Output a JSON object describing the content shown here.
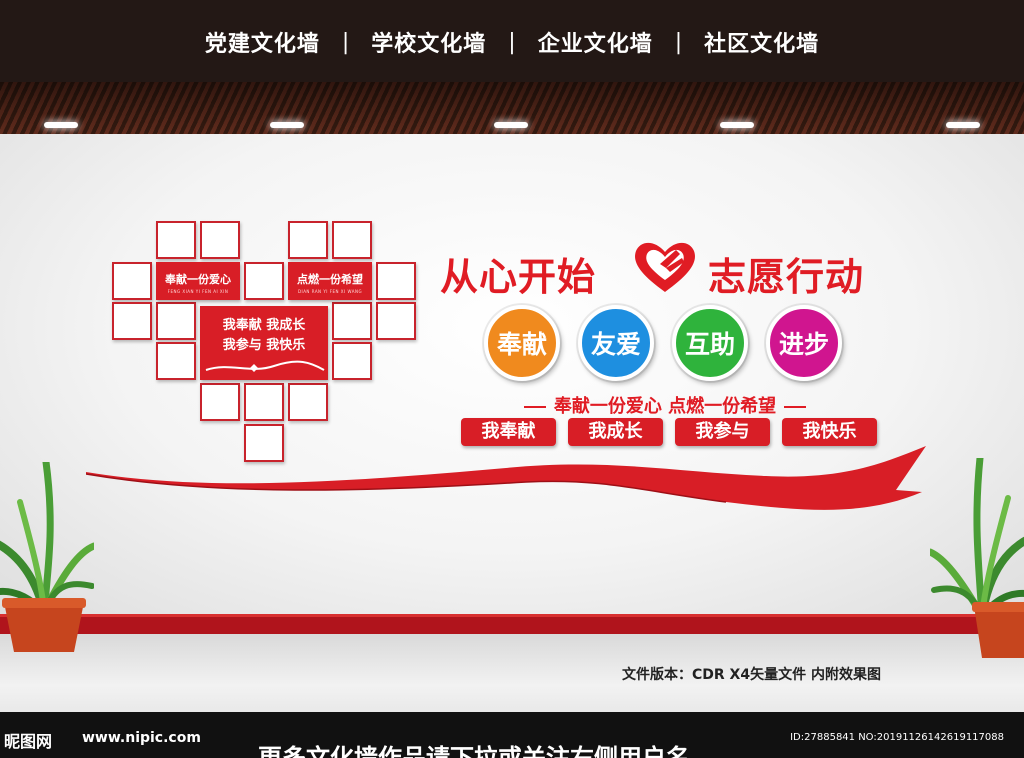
{
  "nav": {
    "items": [
      "党建文化墙",
      "学校文化墙",
      "企业文化墙",
      "社区文化墙"
    ],
    "separator": "|"
  },
  "heart": {
    "panel1": {
      "title": "奉献一份爱心",
      "sub": "FENG XIAN YI FEN AI XIN"
    },
    "panel2": {
      "title": "点燃一份希望",
      "sub": "DIAN RAN YI FEN XI WANG"
    },
    "panel3": {
      "line1": "我奉献  我成长",
      "line2": "我参与  我快乐"
    }
  },
  "slogan": {
    "left": "从心开始",
    "right": "志愿行动",
    "heart_icon": "heart-hand-icon"
  },
  "circles": [
    {
      "label": "奉献",
      "color": "#f08a1e"
    },
    {
      "label": "友爱",
      "color": "#1e8fe0"
    },
    {
      "label": "互助",
      "color": "#2fb33c"
    },
    {
      "label": "进步",
      "color": "#d0158f"
    }
  ],
  "tagline": "奉献一份爱心 点燃一份希望",
  "pills": [
    "我奉献",
    "我成长",
    "我参与",
    "我快乐"
  ],
  "version": "文件版本：CDR X4矢量文件  内附效果图",
  "footer": {
    "logo": "昵图网",
    "url": "www.nipic.com",
    "more": "更多文化墙作品请下拉或关注右侧用户名",
    "id": "ID:27885841 NO:20191126142619117088"
  },
  "colors": {
    "brand_red": "#e01c24",
    "dark_bar": "#231815"
  }
}
